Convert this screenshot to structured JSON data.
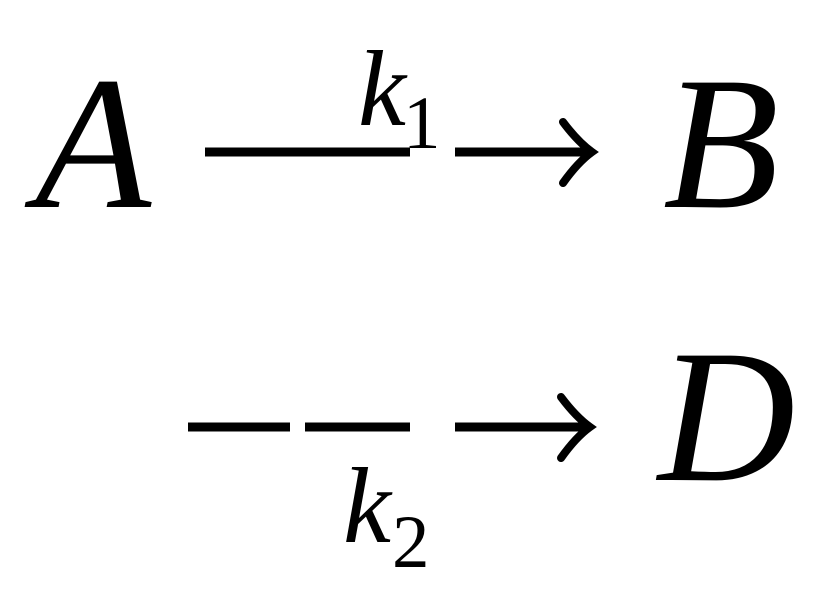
{
  "reaction": {
    "reactant": "A",
    "product_1": "B",
    "product_2": "D",
    "rate_1": {
      "symbol": "k",
      "subscript": "1"
    },
    "rate_2": {
      "symbol": "k",
      "subscript": "2"
    }
  }
}
